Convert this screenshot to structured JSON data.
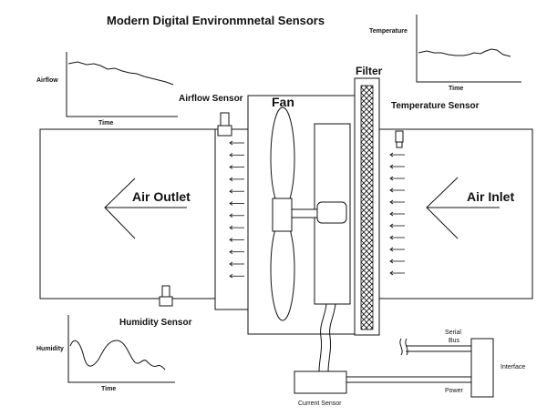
{
  "title": "Modern Digital Environmnetal Sensors",
  "labels": {
    "airflow_sensor": "Airflow Sensor",
    "fan": "Fan",
    "filter": "Filter",
    "temperature_sensor": "Temperature Sensor",
    "air_outlet": "Air Outlet",
    "air_inlet": "Air Inlet",
    "humidity_sensor": "Humidity Sensor",
    "serial_bus": "Serial\nBus",
    "serial_bus_line1": "Serial",
    "serial_bus_line2": "Bus",
    "interface": "Interface",
    "power": "Power",
    "current_sensor": "Current Sensor"
  },
  "charts": {
    "airflow": {
      "ylabel": "Airflow",
      "xlabel": "Time"
    },
    "temperature": {
      "ylabel": "Temperature",
      "xlabel": "Time"
    },
    "humidity": {
      "ylabel": "Humidity",
      "xlabel": "Time"
    }
  },
  "colors": {
    "line": "#111111",
    "background": "#ffffff"
  }
}
